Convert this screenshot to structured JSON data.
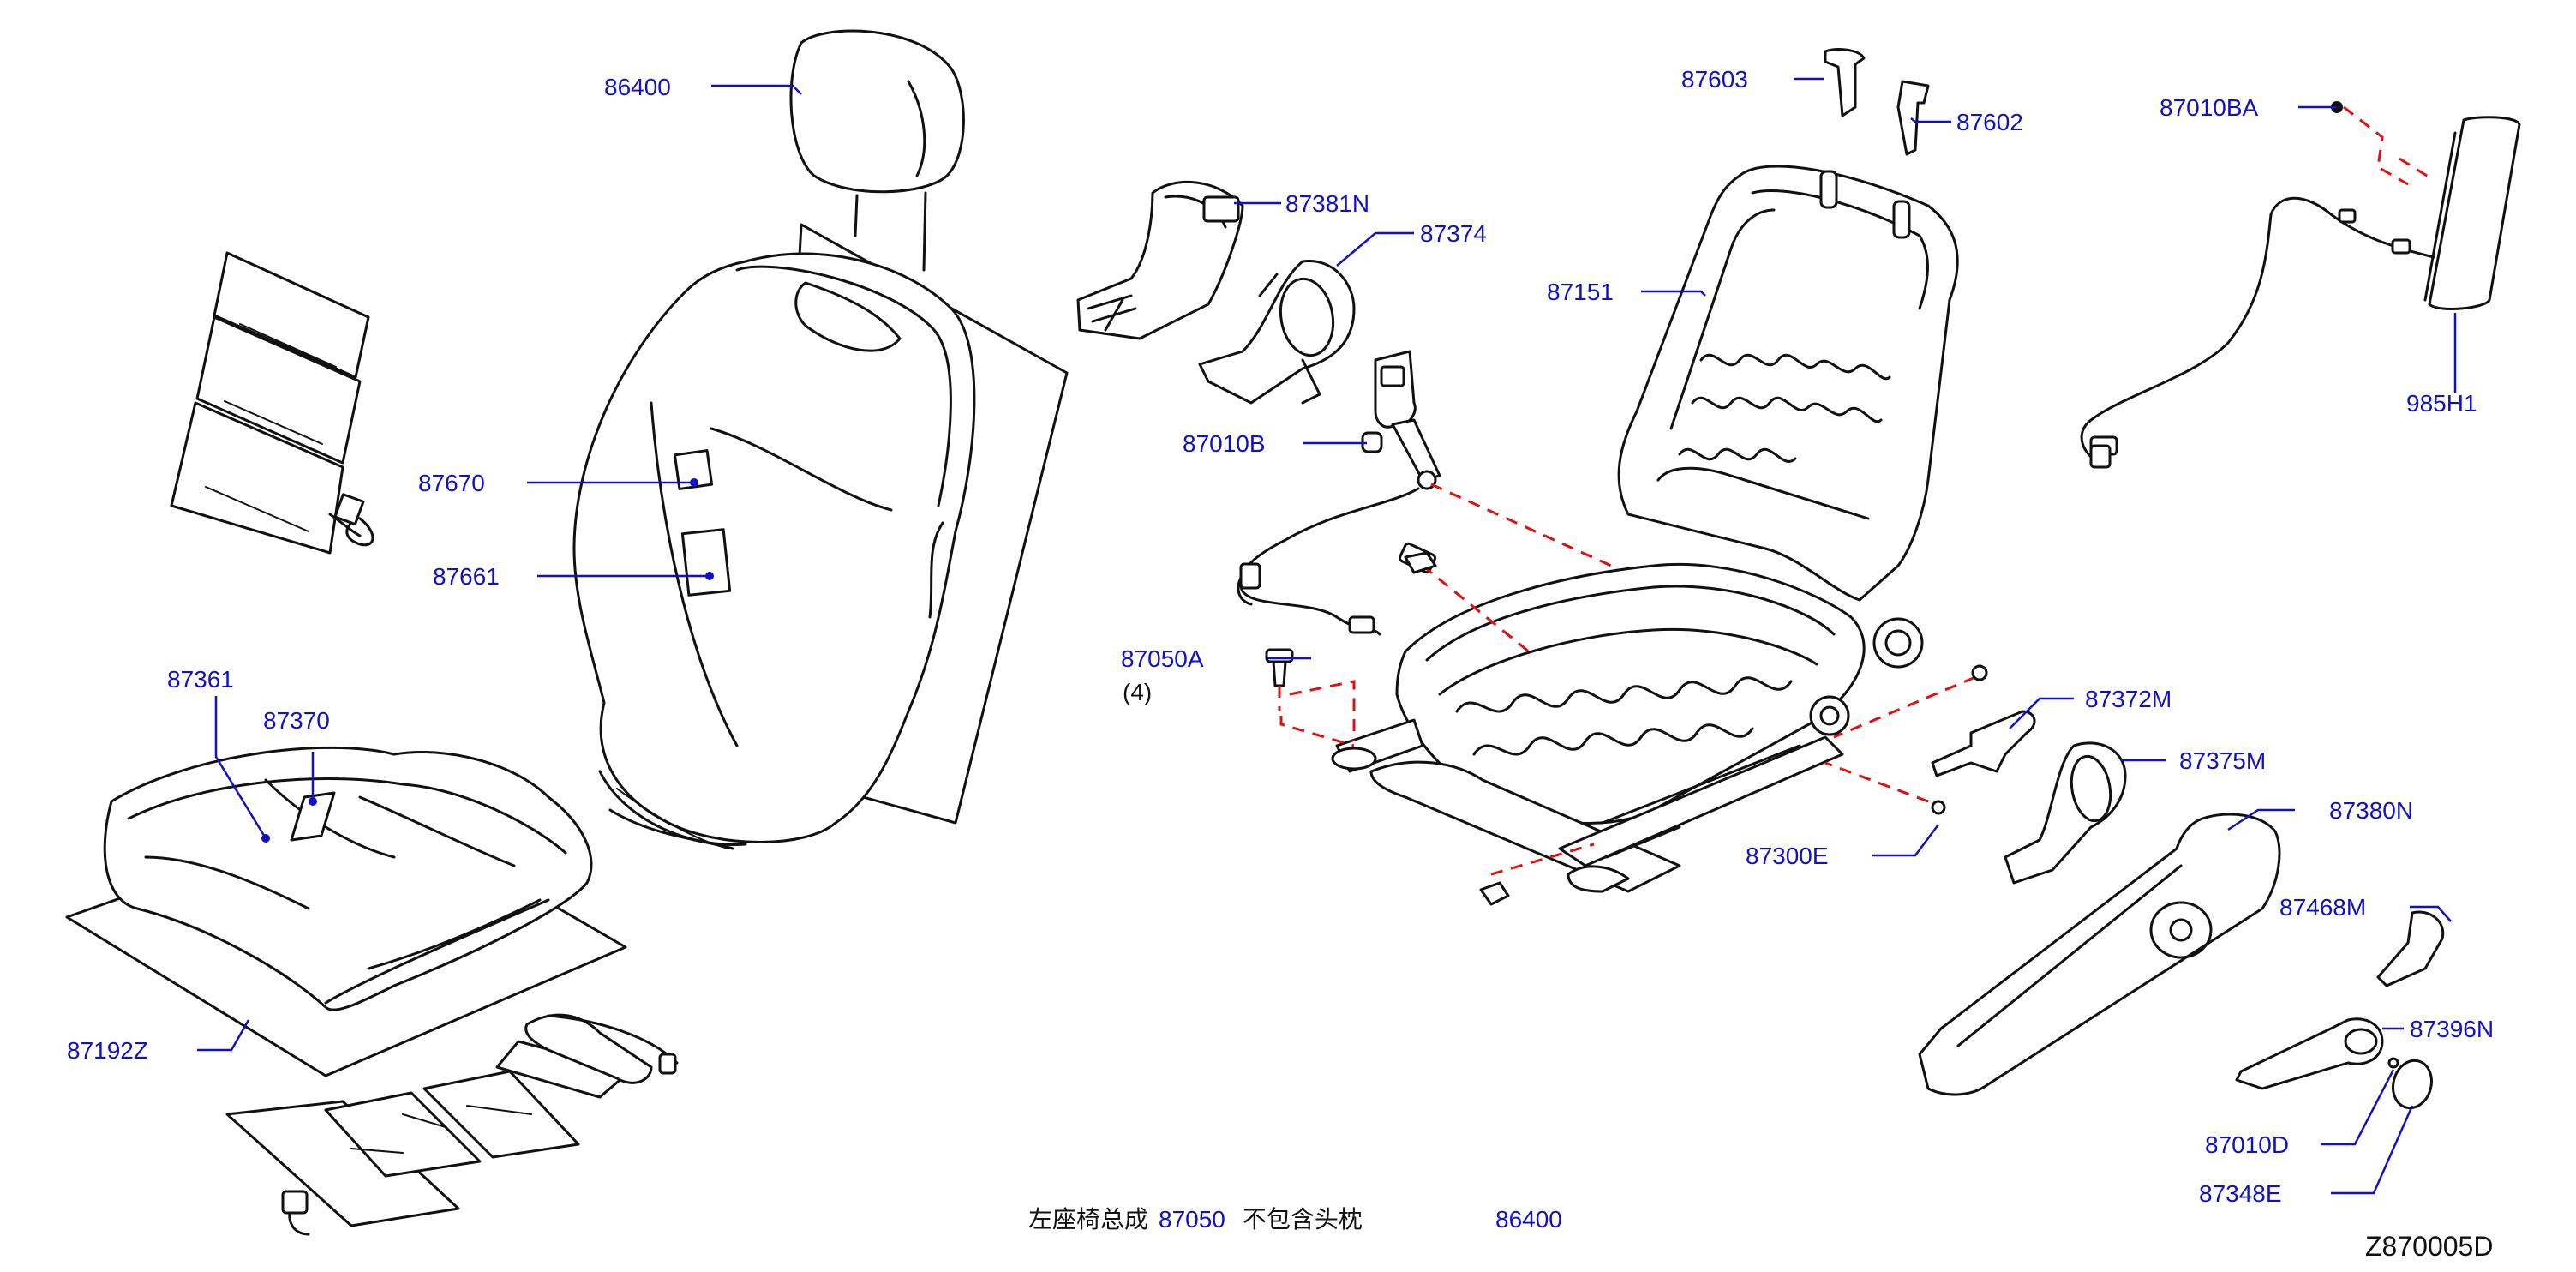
{
  "parts": [
    {
      "id": "p86400",
      "label": "86400"
    },
    {
      "id": "p87670",
      "label": "87670"
    },
    {
      "id": "p87661",
      "label": "87661"
    },
    {
      "id": "p87361",
      "label": "87361"
    },
    {
      "id": "p87370",
      "label": "87370"
    },
    {
      "id": "p87192Z",
      "label": "87192Z"
    },
    {
      "id": "p87381N",
      "label": "87381N"
    },
    {
      "id": "p87374",
      "label": "87374"
    },
    {
      "id": "p87010B",
      "label": "87010B"
    },
    {
      "id": "p87050A",
      "label": "87050A"
    },
    {
      "id": "p87050A_qty",
      "label": "(4)"
    },
    {
      "id": "p87603",
      "label": "87603"
    },
    {
      "id": "p87602",
      "label": "87602"
    },
    {
      "id": "p87151",
      "label": "87151"
    },
    {
      "id": "p87010BA",
      "label": "87010BA"
    },
    {
      "id": "p985H1",
      "label": "985H1"
    },
    {
      "id": "p87372M",
      "label": "87372M"
    },
    {
      "id": "p87375M",
      "label": "87375M"
    },
    {
      "id": "p87380N",
      "label": "87380N"
    },
    {
      "id": "p87300E",
      "label": "87300E"
    },
    {
      "id": "p87468M",
      "label": "87468M"
    },
    {
      "id": "p87396N",
      "label": "87396N"
    },
    {
      "id": "p87010D",
      "label": "87010D"
    },
    {
      "id": "p87348E",
      "label": "87348E"
    }
  ],
  "footer": {
    "note_prefix": "左座椅总成",
    "note_part": "87050",
    "note_suffix": "不包含头枕",
    "note_headrest": "86400"
  },
  "figure_id": "Z870005D",
  "colors": {
    "label_blue": "#1010c8",
    "leader_blue": "#1010c8",
    "dashed_red": "#e01010",
    "line_black": "#111111"
  }
}
